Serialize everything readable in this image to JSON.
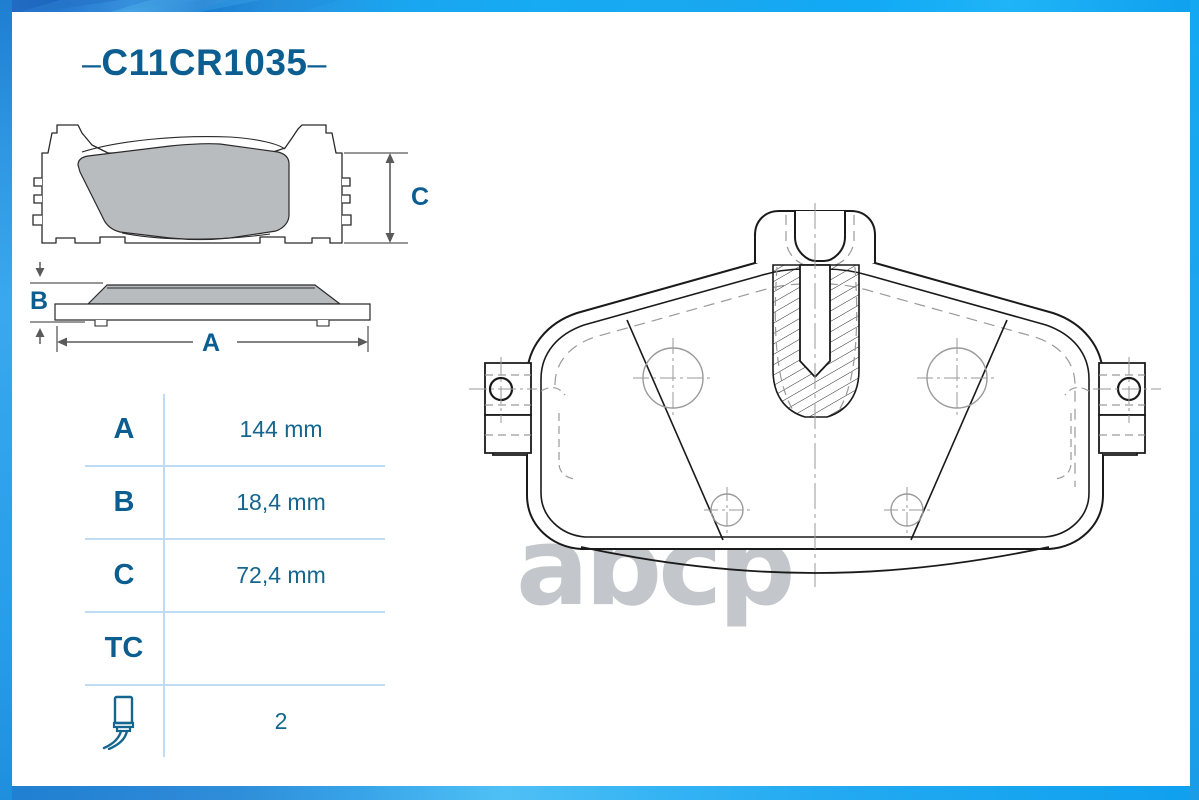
{
  "product": {
    "code": "C11CR1035",
    "dash_left": "–",
    "dash_right": "–"
  },
  "watermark": {
    "text": "abcp"
  },
  "dimension_callouts": {
    "front_view_height": "C",
    "side_view_thickness": "B",
    "side_view_width": "A"
  },
  "spec_table": {
    "rows": [
      {
        "label": "A",
        "value": "144 mm",
        "icon": ""
      },
      {
        "label": "B",
        "value": "18,4 mm",
        "icon": ""
      },
      {
        "label": "C",
        "value": "72,4 mm",
        "icon": ""
      },
      {
        "label": "TC",
        "value": "",
        "icon": ""
      },
      {
        "label": "",
        "value": "2",
        "icon": "wear-sensor-icon"
      }
    ]
  },
  "colors": {
    "brand_blue": "#0c5e91",
    "value_blue": "#14668f",
    "grid_line": "#bedcf3",
    "frame_blue_dark": "#1e7ed0",
    "frame_blue_light": "#16abf3",
    "friction_gray": "#b9bcbe",
    "watermark_gray": "#c3c7cb",
    "line_black": "#1a1a1a"
  },
  "drawings": {
    "front_view_name": "brake-pad-front-view",
    "side_view_name": "brake-pad-side-view",
    "cad_view_name": "brake-pad-technical-cad-view"
  }
}
